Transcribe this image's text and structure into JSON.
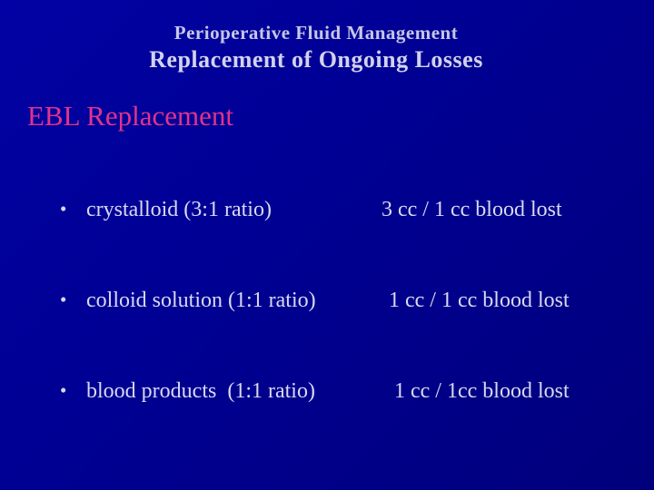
{
  "slide": {
    "title_line1": "Perioperative Fluid Management",
    "title_line2": "Replacement of Ongoing Losses",
    "heading": "EBL Replacement",
    "bullet_char": "•",
    "bullets": [
      {
        "left": "crystalloid (3:1 ratio)",
        "right": "3 cc / 1 cc blood lost"
      },
      {
        "left": "colloid solution (1:1 ratio)",
        "right": "1 cc / 1 cc blood lost"
      },
      {
        "left": "blood products  (1:1 ratio)",
        "right": "1 cc / 1cc blood lost"
      }
    ],
    "colors": {
      "background": "#000092",
      "background_light": "#0202a4",
      "background_dark": "#00007c",
      "title": "#c6c6e8",
      "subtitle": "#d2d2ee",
      "heading": "#e1338a",
      "body_text": "#d9d9f2"
    }
  }
}
